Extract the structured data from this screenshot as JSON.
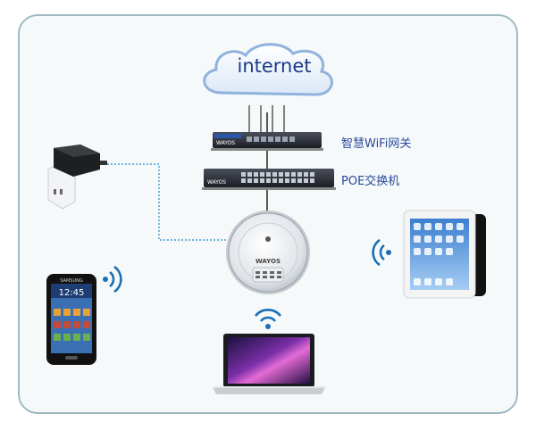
{
  "cloud": {
    "label": "internet"
  },
  "devices": {
    "gateway": {
      "label": "智慧WiFi网关",
      "brand": "WAYOS"
    },
    "switch": {
      "label": "POE交换机",
      "brand": "WAYOS"
    },
    "ap": {
      "brand": "WAYOS"
    },
    "phone": {
      "brand": "SAMSUNG",
      "time": "12:45"
    }
  },
  "colors": {
    "frame": "#9fb9c2",
    "label": "#2a4a9a",
    "wifi": "#1a6fb5",
    "cable": "#3aa0d6"
  },
  "icons": {
    "wifi": "wifi-icon",
    "cloud": "cloud-icon",
    "power": "power-adapter-icon"
  }
}
